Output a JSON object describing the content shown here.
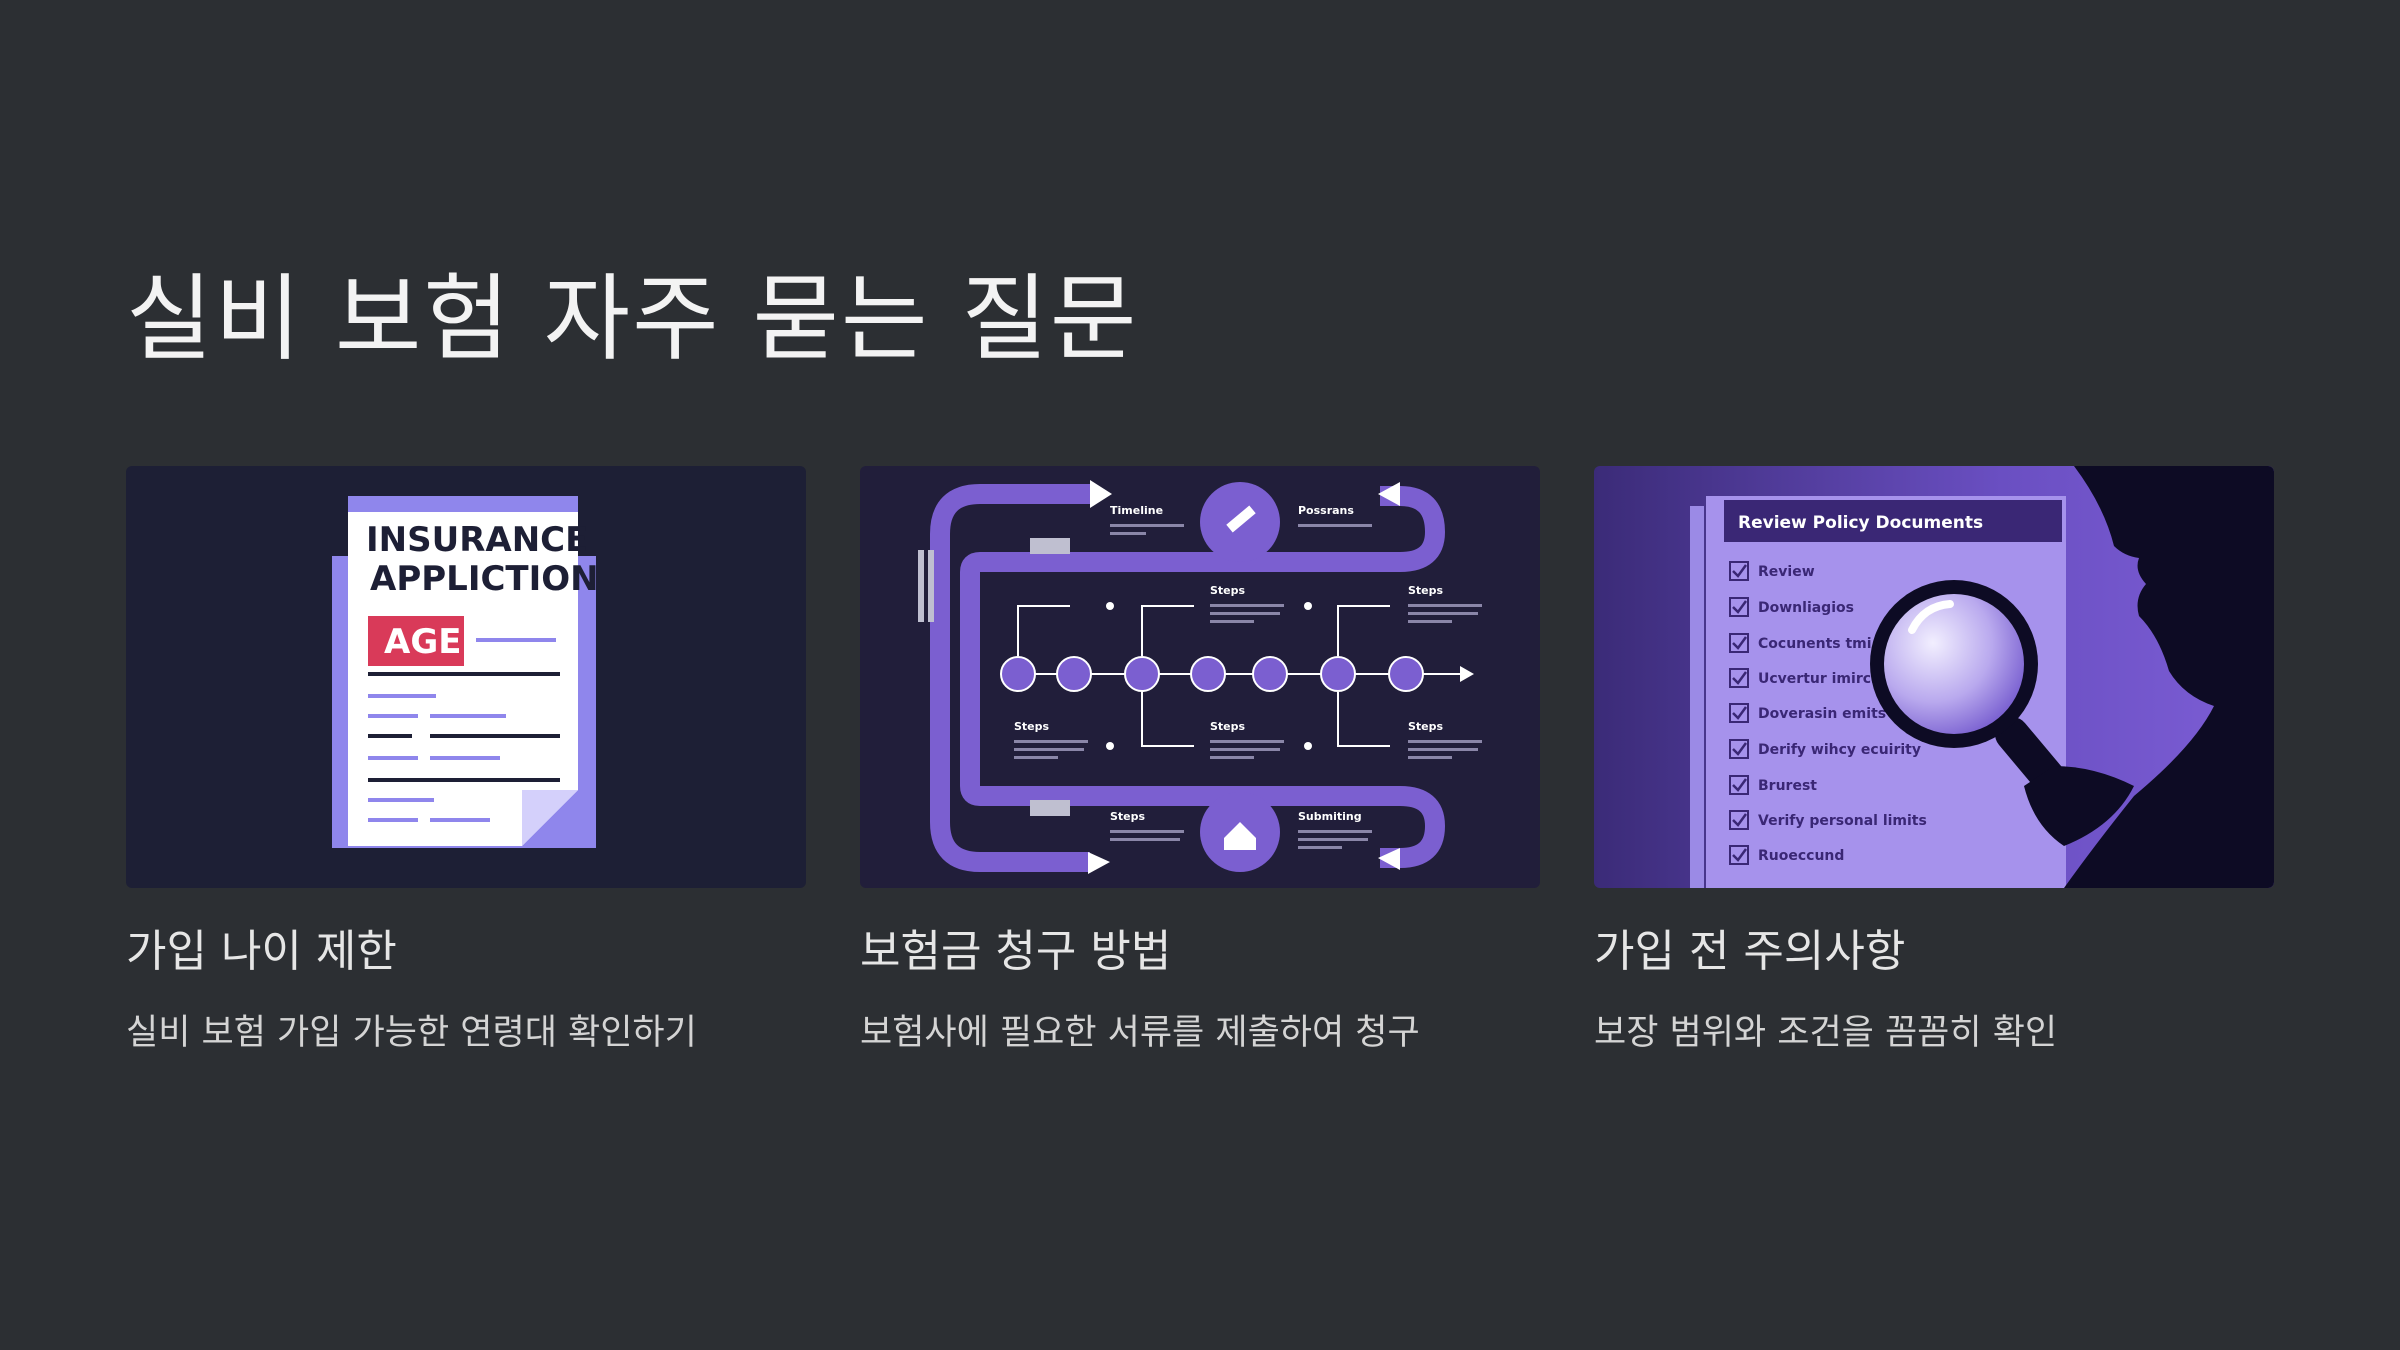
{
  "page": {
    "title": "실비 보험 자주 묻는 질문"
  },
  "cards": [
    {
      "heading": "가입 나이 제한",
      "description": "실비 보험 가입 가능한 연령대 확인하기",
      "image": {
        "doc_title_line1": "INSURANCE",
        "doc_title_line2": "APPLICTION",
        "badge": "AGE"
      }
    },
    {
      "heading": "보험금 청구 방법",
      "description": "보험사에 필요한 서류를 제출하여 청구",
      "image": {
        "labels": [
          "Timeline",
          "Possrans",
          "Steps",
          "Steps",
          "Steps",
          "Steps",
          "Steps",
          "Steps",
          "Submiting"
        ]
      }
    },
    {
      "heading": "가입 전 주의사항",
      "description": "보장 범위와 조건을 꼼꼼히 확인",
      "image": {
        "panel_title": "Review Policy Documents",
        "checklist": [
          "Review",
          "Downliagios",
          "Cocunents tmi",
          "Ucvertur imircl",
          "Doverasin emits",
          "Derify wihcy ecuirity",
          "Brurest",
          "Verify personal limits",
          "Ruoeccund"
        ]
      }
    }
  ],
  "colors": {
    "background": "#2c2f33",
    "card1_bg": "#1d1f35",
    "card2_bg": "#211e3a",
    "accent_purple": "#7b5fd0",
    "badge_red": "#d93a59"
  }
}
